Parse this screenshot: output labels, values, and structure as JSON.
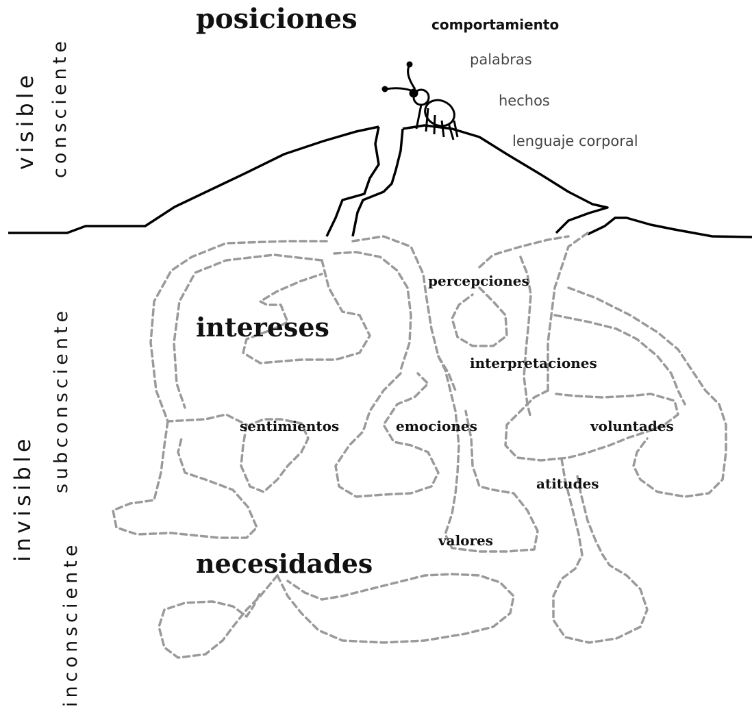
{
  "side_labels": {
    "visible": "visible",
    "consciente": "consciente",
    "invisible": "invisible",
    "subconsciente": "subconsciente",
    "inconsciente": "inconsciente"
  },
  "main_labels": {
    "posiciones": "posiciones",
    "intereses": "intereses",
    "necesidades": "necesidades"
  },
  "surface_items": [
    "comportamiento",
    "palabras",
    "hechos",
    "lenguaje corporal"
  ],
  "underground_items": {
    "percepciones": "percepciones",
    "interpretaciones": "interpretaciones",
    "sentimientos": "sentimientos",
    "emociones": "emociones",
    "voluntades": "voluntades",
    "atitudes": "atitudes",
    "valores": "valores"
  },
  "colors": {
    "line": "#000000",
    "dashed": "#9a9a9a",
    "text": "#111111",
    "muted": "#444444"
  }
}
